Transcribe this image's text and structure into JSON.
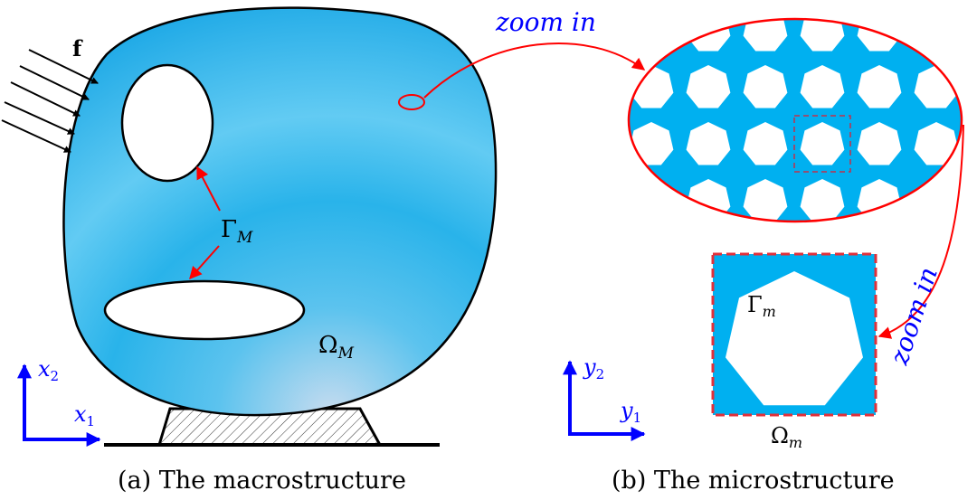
{
  "captions": {
    "macro": "(a) The macrostructure",
    "micro": "(b) The microstructure"
  },
  "labels": {
    "force": "f",
    "gamma_macro": "Γ",
    "gamma_macro_sub": "M",
    "omega_macro": "Ω",
    "omega_macro_sub": "M",
    "gamma_micro": "Γ",
    "gamma_micro_sub": "m",
    "omega_micro": "Ω",
    "omega_micro_sub": "m",
    "zoom_in_1": "zoom in",
    "zoom_in_2": "zoom in"
  },
  "axes": {
    "macro_x": "x",
    "macro_x_sub": "1",
    "macro_y": "x",
    "macro_y_sub": "2",
    "micro_x": "y",
    "micro_x_sub": "1",
    "micro_y": "y",
    "micro_y_sub": "2"
  },
  "colors": {
    "body_blue": "#29b6ef",
    "micro_blue": "#00b0f0",
    "zoom_red": "#ff0000",
    "axis_blue": "#0000ff"
  }
}
